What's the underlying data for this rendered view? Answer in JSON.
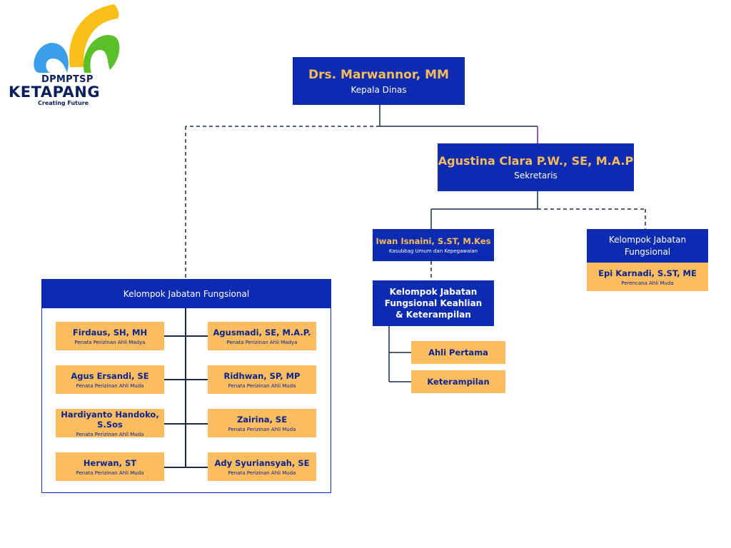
{
  "logo": {
    "name": "DPMPTSP",
    "city": "KETAPANG",
    "tagline": "Creating Future",
    "colors": {
      "yellow": "#f9c01a",
      "blue": "#3a9ee8",
      "green": "#5bbf2a",
      "navy": "#0b1f5c"
    }
  },
  "colors": {
    "box_blue": "#0d2bb0",
    "box_orange": "#fcbc60",
    "name_gold": "#f8bc5c",
    "text_navy": "#0b238f",
    "line": "#1a2a4a"
  },
  "head": {
    "name": "Drs. Marwannor, MM",
    "role": "Kepala Dinas"
  },
  "secretary": {
    "name": "Agustina Clara P.W., SE, M.A.P",
    "role": "Sekretaris"
  },
  "kasubbag": {
    "name": "Iwan Isnaini, S.ST, M.Kes",
    "role": "Kasubbag Umum dan Kepegawaian"
  },
  "kjf_right": {
    "title_line1": "Kelompok Jabatan",
    "title_line2": "Fungsional",
    "member": {
      "name": "Epi Karnadi, S.ST, ME",
      "role": "Perencana Ahli Muda"
    }
  },
  "kjf_keahlian": {
    "line1": "Kelompok Jabatan",
    "line2": "Fungsional Keahlian",
    "line3": "& Keterampilan",
    "items": [
      "Ahli Pertama",
      "Keterampilan"
    ]
  },
  "kjf_left": {
    "title": "Kelompok Jabatan Fungsional",
    "left_column": [
      {
        "name": "Firdaus, SH, MH",
        "role": "Penata Perizinan Ahli Madya"
      },
      {
        "name": "Agus Ersandi, SE",
        "role": "Penata Perizinan Ahli Muda"
      },
      {
        "name": "Hardiyanto Handoko, S.Sos",
        "role": "Penata Perizinan Ahli Muda"
      },
      {
        "name": "Herwan, ST",
        "role": "Penata Perizinan Ahli Muda"
      }
    ],
    "right_column": [
      {
        "name": "Agusmadi, SE, M.A.P.",
        "role": "Penata Perizinan Ahli Madya"
      },
      {
        "name": "Ridhwan, SP, MP",
        "role": "Penata Perizinan Ahli Muda"
      },
      {
        "name": "Zairina, SE",
        "role": "Penata Perizinan Ahli Muda"
      },
      {
        "name": "Ady Syuriansyah, SE",
        "role": "Penata Perizinan Ahli Muda"
      }
    ]
  }
}
